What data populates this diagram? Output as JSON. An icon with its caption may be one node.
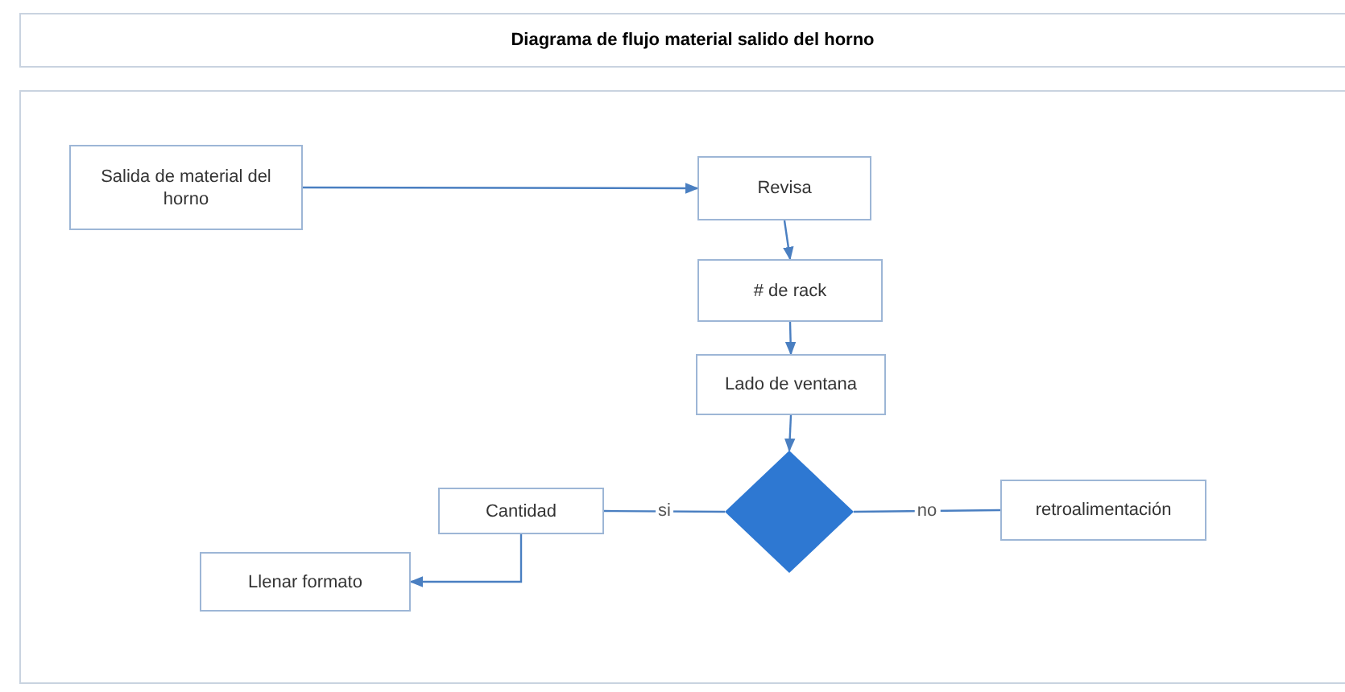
{
  "diagram": {
    "title": "Diagrama de flujo material salido del horno",
    "nodes": [
      {
        "text": [
          "Salida de material del horno"
        ]
      },
      {
        "text": [
          "Revisa"
        ]
      },
      {
        "text": [
          "# de rack"
        ]
      },
      {
        "text": [
          "Lado de ventana"
        ]
      },
      {
        "text": [],
        "shape": "diamond"
      },
      {
        "text": [
          "Cantidad"
        ]
      },
      {
        "text": [
          "retroalimentación"
        ]
      },
      {
        "text": [
          "Llenar formato"
        ]
      }
    ],
    "edges": [
      {
        "from": 0,
        "to": 1,
        "arrow": "to"
      },
      {
        "from": 1,
        "to": 2,
        "arrow": "to"
      },
      {
        "from": 2,
        "to": 3,
        "arrow": "to"
      },
      {
        "from": 3,
        "to": 4,
        "arrow": "to"
      },
      {
        "from": 4,
        "to": 5,
        "arrow": "none",
        "label": "si"
      },
      {
        "from": 4,
        "to": 6,
        "arrow": "none",
        "label": "no"
      },
      {
        "from": 5,
        "to": 7,
        "arrow": "to"
      }
    ]
  }
}
